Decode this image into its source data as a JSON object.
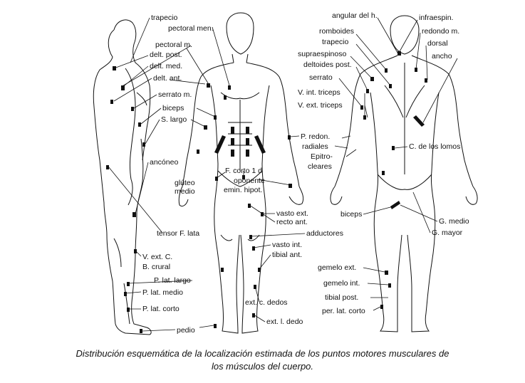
{
  "labels": {
    "trapecio_l": "trapecio",
    "pectoral_men": "pectoral men.",
    "pectoral_m": "pectoral m.",
    "delt_post": "delt. post.",
    "delt_med": "delt. med.",
    "delt_ant": "delt. ant.",
    "serrato_m": "serrato m.",
    "biceps_l": "biceps",
    "s_largo": "S. largo",
    "anconeo": "ancóneo",
    "f_corto": "F. corto 1 d",
    "oponente": "oponente",
    "emin_hipot": "emin. hipot.",
    "gluteo": "glúteo",
    "medio": "medio",
    "tensor": "tensor F. lata",
    "v_ext_c": "V. ext. C.",
    "b_crural": "B. crural",
    "p_lat_largo": "P. lat. largo",
    "p_lat_medio": "P. lat. medio",
    "p_lat_corto": "P. lat. corto",
    "pedio": "pedio",
    "vasto_ext": "vasto ext.",
    "recto_ant": "recto ant.",
    "adductores": "adductores",
    "vasto_int": "vasto int.",
    "tibial_ant": "tibial ant.",
    "ext_c_dedos": "ext. c. dedos",
    "ext_l_dedo": "ext. l. dedo",
    "angular": "angular del h.",
    "infraespin": "infraespin.",
    "romboides": "romboides",
    "redondo_m": "redondo m.",
    "trapecio_r": "trapecio",
    "dorsal": "dorsal",
    "supraespinoso": "supraespinoso",
    "ancho": "ancho",
    "deltoides_post": "deltoides post.",
    "serrato_r": "serrato",
    "v_int_triceps": "V. int. triceps",
    "v_ext_triceps": "V. ext. triceps",
    "p_redon": "P. redon.",
    "radiales": "radiales",
    "epitro": "Epitro-",
    "cleares": "cleares",
    "c_lomos": "C. de los lomos",
    "biceps_r": "biceps",
    "g_medio": "G. medio",
    "g_mayor": "G. mayor",
    "gemelo_ext": "gemelo ext.",
    "gemelo_int": "gemelo int.",
    "tibial_post": "tibial post.",
    "per_lat_corto": "per. lat. corto"
  },
  "caption": {
    "line1": "Distribución esquemática de la localización estimada de los puntos motores musculares de",
    "line2": "los músculos del cuerpo."
  },
  "colors": {
    "ink": "#111111",
    "background": "#ffffff"
  }
}
